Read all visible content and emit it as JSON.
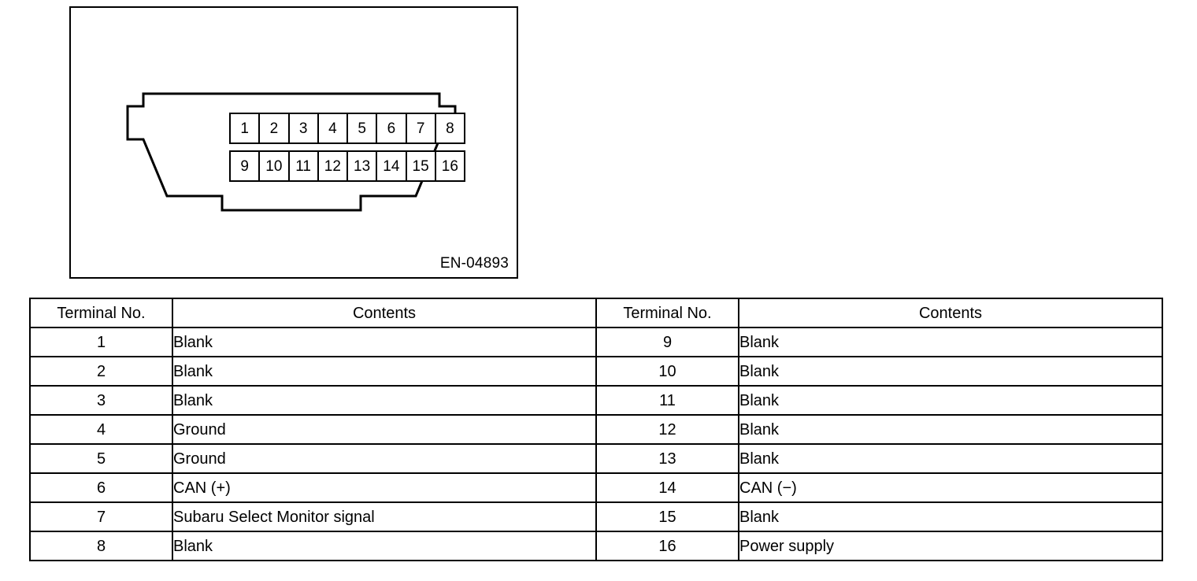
{
  "figure": {
    "caption": "EN-04893",
    "connector_name": "obd2-data-link-connector",
    "pins_top": [
      "1",
      "2",
      "3",
      "4",
      "5",
      "6",
      "7",
      "8"
    ],
    "pins_bottom": [
      "9",
      "10",
      "11",
      "12",
      "13",
      "14",
      "15",
      "16"
    ]
  },
  "table": {
    "headers": {
      "terminal": "Terminal No.",
      "contents": "Contents"
    },
    "left_rows": [
      {
        "terminal": "1",
        "contents": "Blank"
      },
      {
        "terminal": "2",
        "contents": "Blank"
      },
      {
        "terminal": "3",
        "contents": "Blank"
      },
      {
        "terminal": "4",
        "contents": "Ground"
      },
      {
        "terminal": "5",
        "contents": "Ground"
      },
      {
        "terminal": "6",
        "contents": "CAN (+)"
      },
      {
        "terminal": "7",
        "contents": "Subaru Select Monitor signal"
      },
      {
        "terminal": "8",
        "contents": "Blank"
      }
    ],
    "right_rows": [
      {
        "terminal": "9",
        "contents": "Blank"
      },
      {
        "terminal": "10",
        "contents": "Blank"
      },
      {
        "terminal": "11",
        "contents": "Blank"
      },
      {
        "terminal": "12",
        "contents": "Blank"
      },
      {
        "terminal": "13",
        "contents": "Blank"
      },
      {
        "terminal": "14",
        "contents": "CAN (−)"
      },
      {
        "terminal": "15",
        "contents": "Blank"
      },
      {
        "terminal": "16",
        "contents": "Power supply"
      }
    ]
  },
  "colors": {
    "line": "#000000",
    "background": "#ffffff"
  }
}
